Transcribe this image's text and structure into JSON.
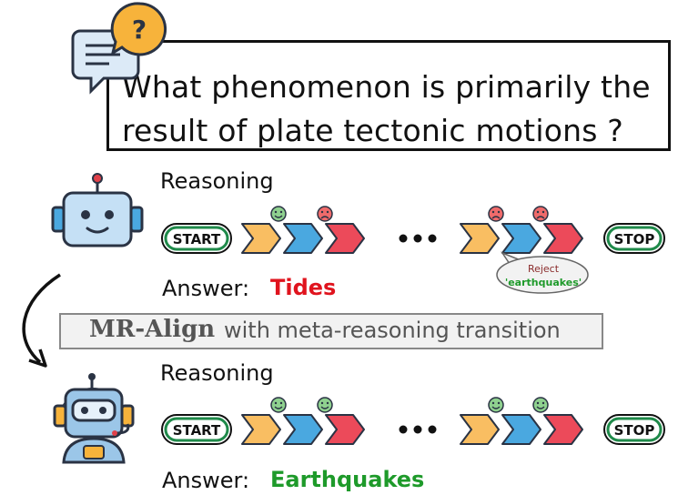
{
  "question": {
    "line1": "What phenomenon is primarily the",
    "line2": "result of plate tectonic motions ?"
  },
  "rows": [
    {
      "reasoning_label": "Reasoning",
      "start_label": "START",
      "stop_label": "STOP",
      "answer_label": "Answer:",
      "answer_value": "Tides",
      "answer_color": "#e0141e",
      "faces": [
        "happy",
        "sad",
        "sad",
        "sad"
      ]
    },
    {
      "reasoning_label": "Reasoning",
      "start_label": "START",
      "stop_label": "STOP",
      "answer_label": "Answer:",
      "answer_value": "Earthquakes",
      "answer_color": "#1e9a2a",
      "faces": [
        "happy",
        "happy",
        "happy",
        "happy"
      ]
    }
  ],
  "reject_bubble": {
    "line1": "Reject",
    "line2": "'earthquakes'"
  },
  "method": {
    "name": "MR-Align",
    "rest": "with meta-reasoning transition"
  },
  "colors": {
    "orange": "#f9be62",
    "blue": "#4aa8e0",
    "red": "#ec4a5a",
    "pill_green": "#1f8a4a",
    "happy_face": "#8fd18f",
    "sad_face": "#ef6b6b"
  },
  "icons": [
    "question-chat-icon",
    "robot-icon",
    "robot-headset-icon",
    "curved-arrow-icon"
  ]
}
